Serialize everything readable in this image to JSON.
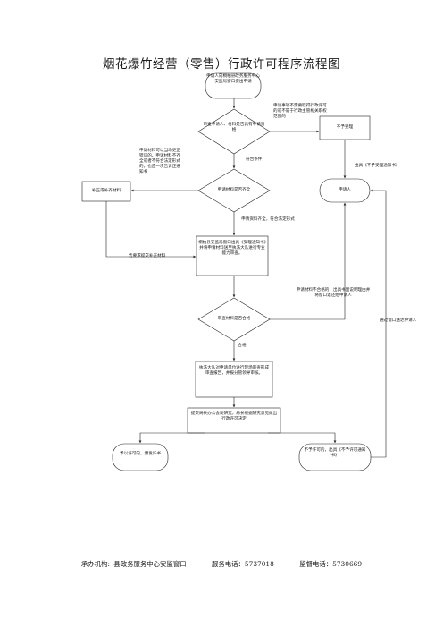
{
  "title": "烟花爆竹经营（零售）行政许可程序流程图",
  "nodes": {
    "start": "申请人向桐柏县政务服务中心安监局窗口提出申请",
    "review_materials": "审查申请人、材料是否具有申请资格",
    "not_accepted": "不予受理",
    "materials_complete": "申请材料是否齐全",
    "supplement": "补正或补齐材料",
    "applicant": "申请人",
    "accept_notice": "桐柏县安监局窗口出具《受理通知书》并将申请材料送至执法大队进行专业能力审查。",
    "material_qualified": "审查材料是否合格",
    "inspection": "执法大队对申请单位进行现场审查形成审查报告，并报分管领导审核。",
    "director_meeting": "提交局长办公会议研究，局长根据研究意见做出行政许可决定",
    "grant": "予以许可的，颁发许书",
    "deny": "不予许可的，出具《不予许可通知书》"
  },
  "edges": {
    "not_in_scope": "申请事项不需要取得行政许可的或不属于行政主管机关职权范围的",
    "meets": "符合条件",
    "incomplete": "申请材料可以当场更正错误的、申请材料不齐全或者不符合法定形式的，也应一次告诉正通知书",
    "notify_supplement": "告要求提交补正材料",
    "complete": "申请资料齐全，符合法定形式",
    "issue_refusal": "出具《不予受理通知书》",
    "unqualified": "申请材料不合格的，出具书面说明理由并将窗口退还给申请人",
    "qualified": "合格",
    "notify_window": "通过窗口送达申请人"
  },
  "footer": {
    "org": "承办机构: 县政务服务中心安监窗口",
    "service": "服务电话：5737018",
    "supervise": "监督电话：5730669"
  }
}
